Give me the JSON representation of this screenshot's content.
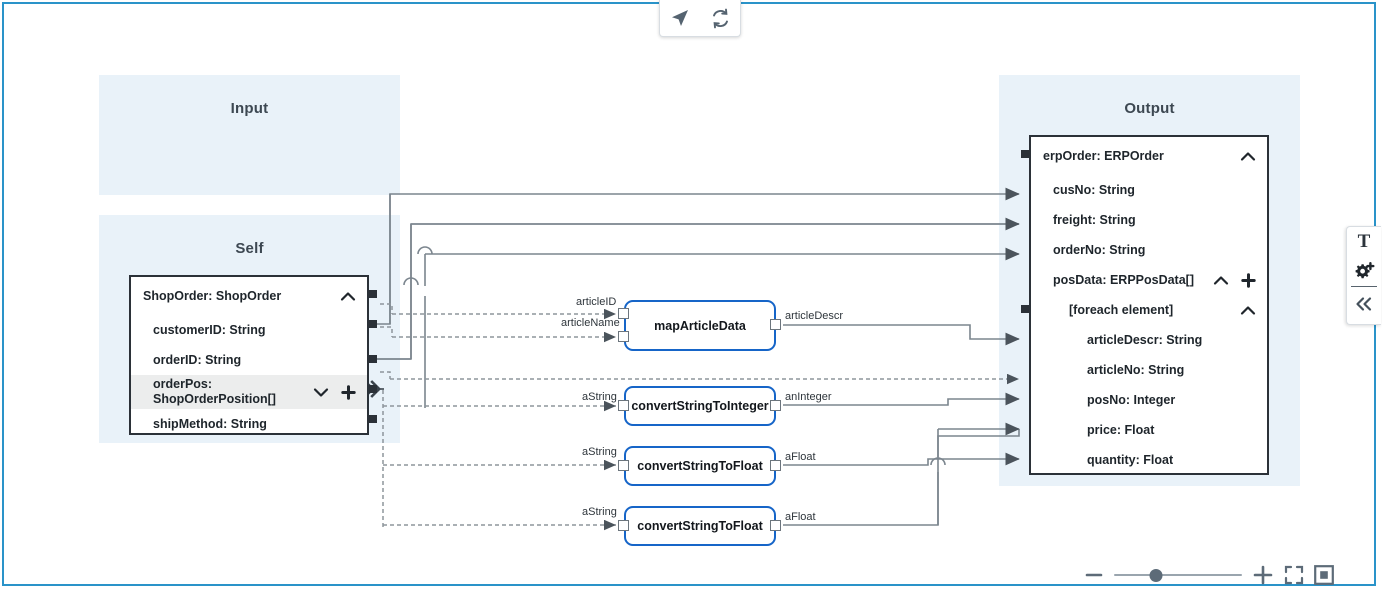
{
  "window": {
    "frame_color": "#2a93c9"
  },
  "top_toolbar": {
    "buttons": [
      {
        "name": "navigate-icon",
        "label": "Navigate"
      },
      {
        "name": "refresh-icon",
        "label": "Refresh"
      }
    ]
  },
  "right_toolbar": {
    "buttons": [
      {
        "name": "text-tool-icon",
        "label": "T"
      },
      {
        "name": "add-function-icon",
        "label": "Add function"
      },
      {
        "name": "collapse-panel-icon",
        "label": "«"
      }
    ]
  },
  "lanes": [
    {
      "id": "input",
      "title": "Input"
    },
    {
      "id": "self",
      "title": "Self"
    },
    {
      "id": "output",
      "title": "Output"
    }
  ],
  "self_node": {
    "header": "ShopOrder: ShopOrder",
    "header_icon": "chevron-up-icon",
    "fields": [
      {
        "label": "customerID: String",
        "icons": []
      },
      {
        "label": "orderID: String",
        "icons": []
      },
      {
        "label": "orderPos:\nShopOrderPosition[]",
        "label_line1": "orderPos:",
        "label_line2": "ShopOrderPosition[]",
        "icons": [
          "chevron-down-icon",
          "plus-icon"
        ],
        "highlighted": true
      },
      {
        "label": "shipMethod: String",
        "icons": []
      }
    ]
  },
  "output_node": {
    "header": "erpOrder: ERPOrder",
    "header_icon": "chevron-up-icon",
    "fields": [
      {
        "label": "cusNo: String",
        "level": 1,
        "icons": []
      },
      {
        "label": "freight: String",
        "level": 1,
        "icons": []
      },
      {
        "label": "orderNo: String",
        "level": 1,
        "icons": []
      },
      {
        "label": "posData: ERPPosData[]",
        "level": 1,
        "icons": [
          "chevron-up-icon",
          "plus-icon"
        ]
      },
      {
        "label": "[foreach element]",
        "level": 2,
        "icons": [
          "chevron-up-icon"
        ]
      },
      {
        "label": "articleDescr: String",
        "level": 3,
        "icons": []
      },
      {
        "label": "articleNo: String",
        "level": 3,
        "icons": []
      },
      {
        "label": "posNo: Integer",
        "level": 3,
        "icons": []
      },
      {
        "label": "price: Float",
        "level": 3,
        "icons": []
      },
      {
        "label": "quantity: Float",
        "level": 3,
        "icons": []
      }
    ]
  },
  "function_nodes": [
    {
      "id": "mapArticleData",
      "title": "mapArticleData",
      "inputs": [
        "articleID",
        "articleName"
      ],
      "outputs": [
        "articleDescr"
      ]
    },
    {
      "id": "convertStringToInteger",
      "title": "convertStringToInteger",
      "inputs": [
        "aString"
      ],
      "outputs": [
        "anInteger"
      ]
    },
    {
      "id": "convertStringToFloat-1",
      "title": "convertStringToFloat",
      "inputs": [
        "aString"
      ],
      "outputs": [
        "aFloat"
      ]
    },
    {
      "id": "convertStringToFloat-2",
      "title": "convertStringToFloat",
      "inputs": [
        "aString"
      ],
      "outputs": [
        "aFloat"
      ]
    }
  ],
  "zoom_bar": {
    "minus_label": "−",
    "plus_label": "+",
    "slider_percent": 33,
    "buttons": [
      {
        "name": "zoom-out-button"
      },
      {
        "name": "zoom-slider"
      },
      {
        "name": "zoom-in-button"
      },
      {
        "name": "fit-to-screen-icon"
      },
      {
        "name": "center-view-icon"
      }
    ]
  }
}
